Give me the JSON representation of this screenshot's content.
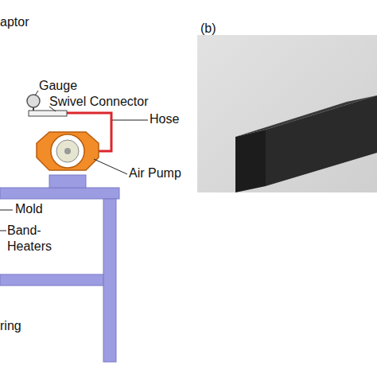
{
  "diagram": {
    "labels": [
      "aptor",
      "(b)",
      "Gauge",
      "Swivel Connector",
      "Hose",
      "Air Pump",
      "Mold",
      "Band- Heaters",
      "ring"
    ]
  }
}
